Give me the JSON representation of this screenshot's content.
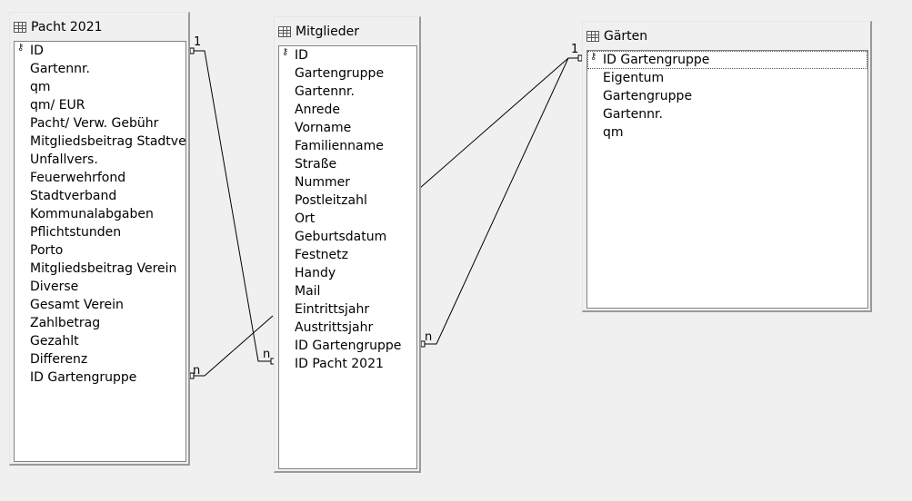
{
  "tables": {
    "pacht": {
      "title": "Pacht 2021",
      "fields": [
        "ID",
        "Gartennr.",
        "qm",
        "qm/ EUR",
        "Pacht/ Verw. Gebühr",
        "Mitgliedsbeitrag Stadtverband",
        "Unfallvers.",
        "Feuerwehrfond",
        "Stadtverband",
        "Kommunalabgaben",
        "Pflichtstunden",
        "Porto",
        "Mitgliedsbeitrag Verein",
        "Diverse",
        "Gesamt Verein",
        "Zahlbetrag",
        "Gezahlt",
        "Differenz",
        "ID Gartengruppe"
      ]
    },
    "mitglieder": {
      "title": "Mitglieder",
      "fields": [
        "ID",
        "Gartengruppe",
        "Gartennr.",
        "Anrede",
        "Vorname",
        "Familienname",
        "Straße",
        "Nummer",
        "Postleitzahl",
        "Ort",
        "Geburtsdatum",
        "Festnetz",
        "Handy",
        "Mail",
        "Eintrittsjahr",
        "Austrittsjahr",
        "ID Gartengruppe",
        "ID Pacht 2021"
      ]
    },
    "garten": {
      "title": "Gärten",
      "fields": [
        "ID Gartengruppe",
        "Eigentum",
        "Gartengruppe",
        "Gartennr.",
        "qm"
      ]
    }
  },
  "key_icon": "key-icon",
  "table_icon": "table-icon",
  "relations": {
    "pacht_one": "1",
    "pacht_many": "n",
    "mitglieder_many_left": "n",
    "mitglieder_many_right": "n",
    "garten_one": "1"
  }
}
